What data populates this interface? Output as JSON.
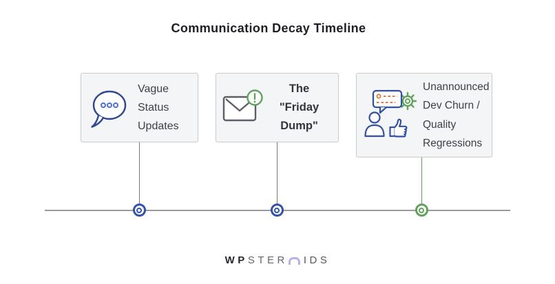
{
  "title": "Communication Decay Timeline",
  "timeline": {
    "stages": [
      {
        "label": "Vague Status Updates",
        "lines": [
          "Vague",
          "Status",
          "Updates"
        ],
        "icon": "speech-bubble-icon",
        "marker_color": "#3253ab",
        "connector_color": "#74777c"
      },
      {
        "label": "The \"Friday Dump\"",
        "lines": [
          "The",
          "\"Friday",
          "Dump\""
        ],
        "icon": "envelope-alert-icon",
        "marker_color": "#3253ab",
        "connector_color": "#74777c"
      },
      {
        "label": "Unannounced Dev Churn / Quality Regressions",
        "lines": [
          "Unannounced",
          "Dev Churn /",
          "Quality",
          "Regressions"
        ],
        "icon": "team-churn-gear-icon",
        "marker_color": "#5fa35b",
        "connector_color": "#5fa35b"
      }
    ]
  },
  "logo": {
    "wp": "WP",
    "ster": "STER",
    "arch": "arch-o-icon",
    "ids": "IDS"
  },
  "colors": {
    "background": "#ffffff",
    "card_bg": "#f4f5f7",
    "card_border": "#c8cacd",
    "card_text": "#3b4049",
    "title_text": "#1d1f24",
    "bubble_blue": "#2f4693",
    "dot_blue": "#4b6ed2",
    "icon_gray": "#5b5f66",
    "green": "#5fa35b",
    "orange": "#e07b39",
    "timeline_line": "#97999d",
    "connector_gray": "#74777c",
    "logo_dark": "#27292f",
    "logo_gray": "#64676d",
    "logo_arch": "#b6b0ee"
  }
}
